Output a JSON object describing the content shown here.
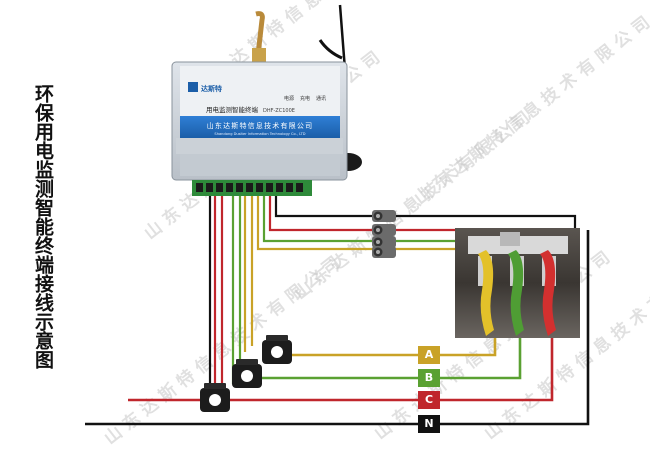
{
  "title": "环保用电监测智能终端接线示意图",
  "device": {
    "brand": "达斯特",
    "name": "用电监测智能终端",
    "model": "DHF-ZC100E",
    "indicators": [
      "电源",
      "充电",
      "通讯"
    ],
    "company_cn": "山东达斯特信息技术有限公司",
    "company_en": "Shandong Dusiter Information Technology Co., LTD"
  },
  "phases": [
    {
      "label": "A",
      "color": "#c9a227"
    },
    {
      "label": "B",
      "color": "#5aa132"
    },
    {
      "label": "C",
      "color": "#c0262c"
    },
    {
      "label": "N",
      "color": "#111111"
    }
  ],
  "watermark": "山东达斯特信息技术有限公司"
}
